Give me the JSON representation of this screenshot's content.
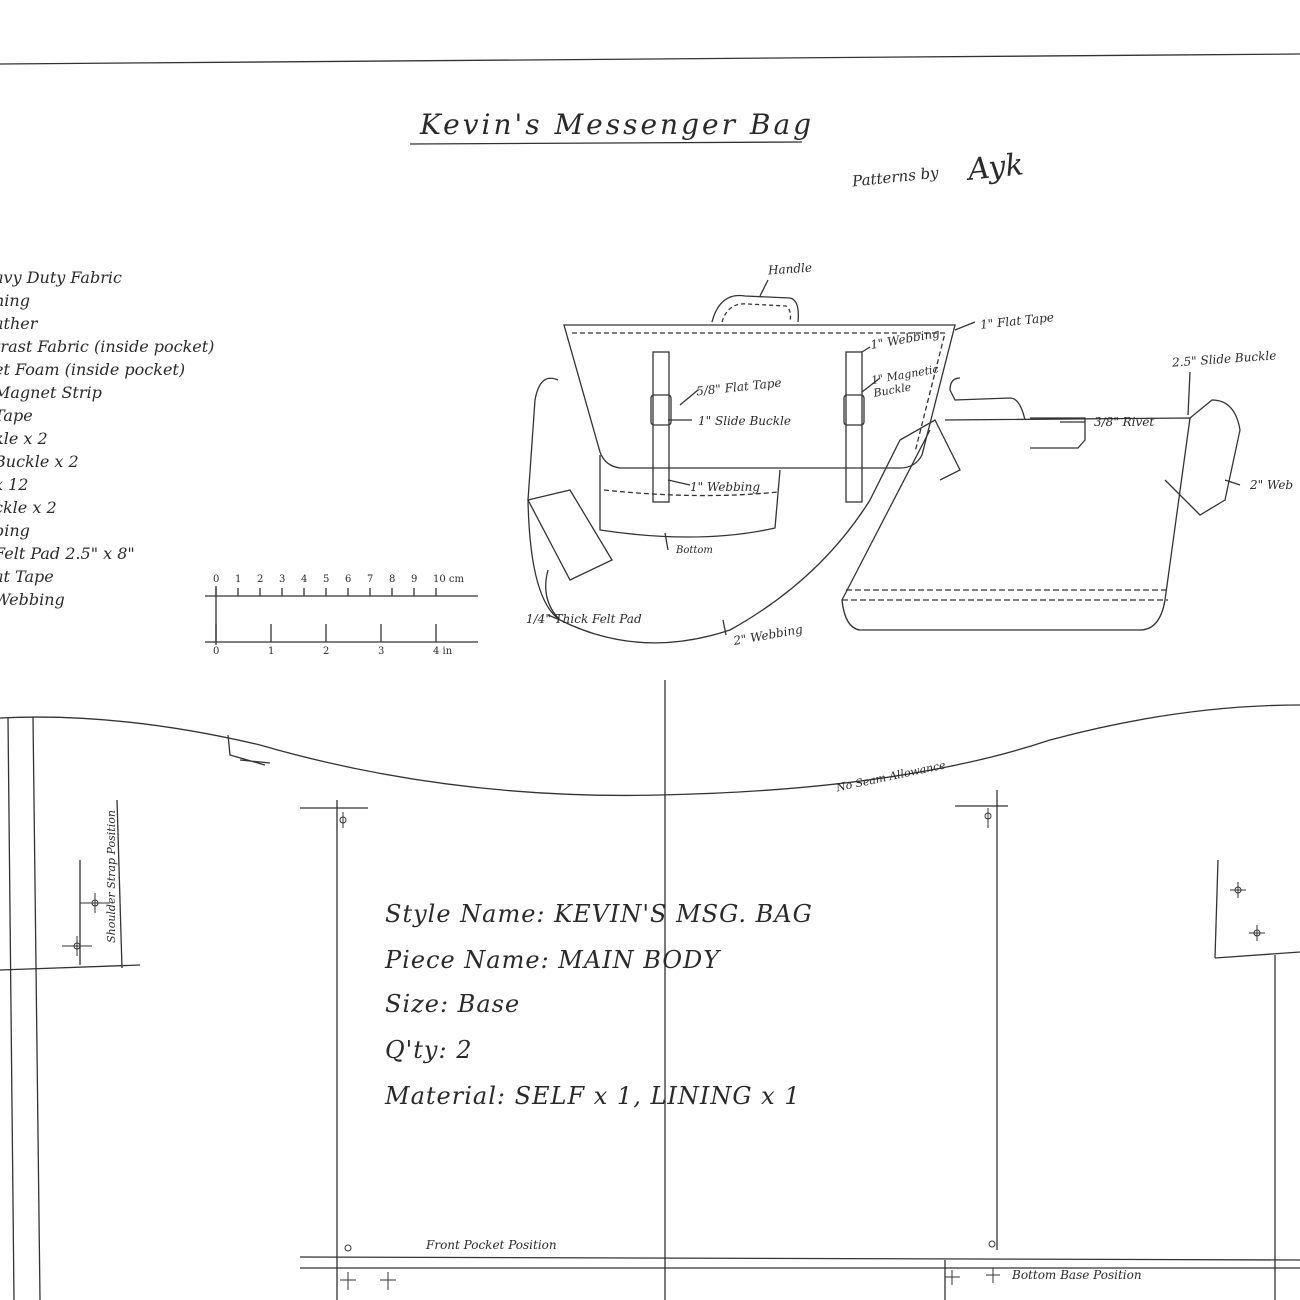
{
  "title": "Kevin's Messenger Bag",
  "credit": {
    "prefix": "Patterns by",
    "signature": "Ayk"
  },
  "materials": [
    "avy Duty Fabric",
    "ning",
    "ather",
    "trast Fabric (inside pocket)",
    "et Foam (inside pocket)",
    "Magnet Strip",
    "Tape",
    "kle x 2",
    "Buckle x 2",
    "x 12",
    "ckle x 2",
    "bing",
    "Felt Pad 2.5\" x 8\"",
    "at Tape",
    "Webbing"
  ],
  "ruler": {
    "cm_ticks": [
      "0",
      "1",
      "2",
      "3",
      "4",
      "5",
      "6",
      "7",
      "8",
      "9",
      "10 cm"
    ],
    "in_ticks": [
      "0",
      "1",
      "2",
      "3",
      "4 in"
    ]
  },
  "callouts": {
    "handle": "Handle",
    "flat_tape_1": "1\" Flat Tape",
    "webbing_1_top": "1\" Webbing",
    "magnetic_buckle": "1\" Magnetic Buckle",
    "flat_tape_58": "5/8\" Flat Tape",
    "slide_buckle_1": "1\" Slide Buckle",
    "webbing_1_bottom": "1\" Webbing",
    "bottom": "Bottom",
    "felt_pad": "1/4\" Thick Felt Pad",
    "webbing_2": "2\" Webbing",
    "rivet": "3/8\" Rivet",
    "slide_buckle_25": "2.5\" Slide Buckle",
    "webbing_2_right": "2\" Web"
  },
  "pattern": {
    "no_seam": "No Seam Allowance",
    "shoulder_strap": "Shoulder Strap Position",
    "front_pocket": "Front Pocket Position",
    "bottom_base": "Bottom Base Position",
    "style_name": "Style Name: KEVIN'S MSG. BAG",
    "piece_name": "Piece Name: MAIN BODY",
    "size": "Size: Base",
    "qty": "Q'ty: 2",
    "material": "Material: SELF x 1, LINING x 1"
  }
}
